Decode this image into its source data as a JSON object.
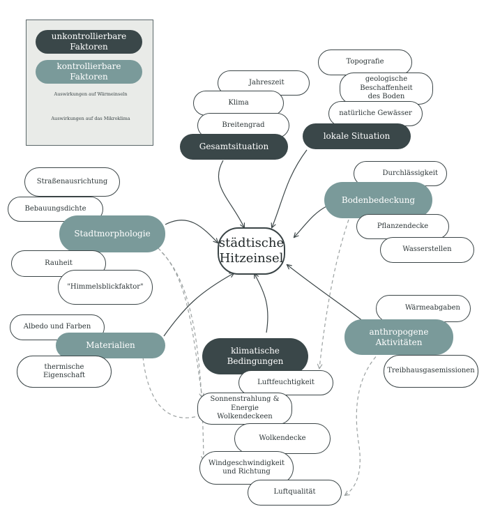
{
  "center": {
    "line1": "städtische",
    "line2": "Hitzeinsel"
  },
  "legend": {
    "uncontrollable": "unkontrollierbare Faktoren",
    "controllable": "kontrollierbare Faktoren",
    "solid_caption": "Auswirkungen auf Wärmeinseln",
    "dashed_caption": "Auswirkungen auf das Mikroklima"
  },
  "categories": {
    "gesamtsituation": "Gesamtsituation",
    "lokale_situation": "lokale Situation",
    "bodenbedeckung": "Bodenbedeckung",
    "stadtmorphologie": "Stadtmorphologie",
    "materialien": "Materialien",
    "klimatische_bedingungen": "klimatische Bedingungen",
    "anthropogene_aktivitaeten": "anthropogene Aktivitäten"
  },
  "leaves": {
    "jahreszeit": "Jahreszeit",
    "klima": "Klima",
    "breitengrad": "Breitengrad",
    "topografie": "Topografie",
    "geologische_1": "geologische Beschaffenheit",
    "geologische_2": "des Boden",
    "gewaesser": "natürliche Gewässer",
    "durchlaessigkeit": "Durchlässigkeit",
    "pflanzendecke": "Pflanzendecke",
    "wasserstellen": "Wasserstellen",
    "strassenausrichtung": "Straßenausrichtung",
    "bebauungsdichte": "Bebauungsdichte",
    "rauheit": "Rauheit",
    "himmelsblickfaktor": "\"Himmelsblickfaktor\"",
    "albedo": "Albedo und Farben",
    "thermische": "thermische Eigenschaft",
    "luftfeuchtigkeit": "Luftfeuchtigkeit",
    "sonnenstrahlung_1": "Sonnenstrahlung & Energie",
    "sonnenstrahlung_2": "Wolkendeckeen",
    "wolkendecke": "Wolkendecke",
    "wind_1": "Windgeschwindigkeit",
    "wind_2": "und Richtung",
    "luftqualitaet": "Luftqualität",
    "waermeabgaben": "Wärmeabgaben",
    "treibhaus": "Treibhausgasemissionen"
  },
  "colors": {
    "uncontrollable": "#3a4749",
    "controllable": "#7a9a9a",
    "line": "#3a4446",
    "dashed": "#9aa0a0",
    "legend_bg": "#e9ebe8"
  }
}
